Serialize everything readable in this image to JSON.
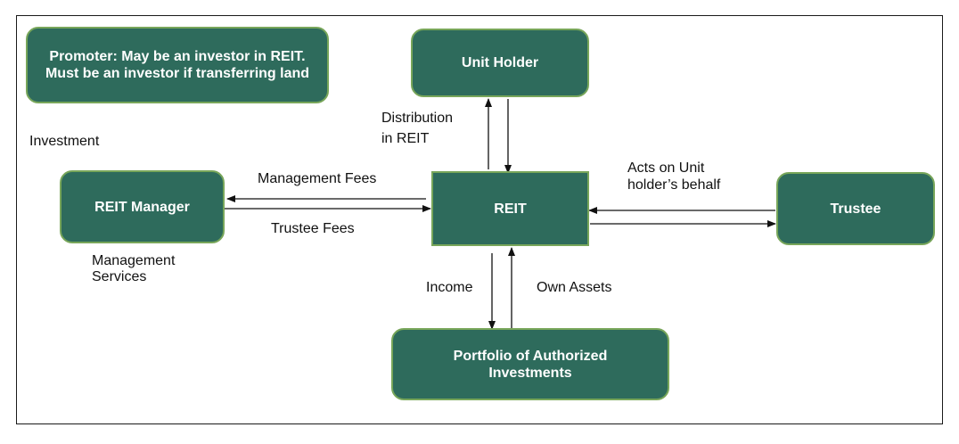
{
  "nodes": {
    "promoter": "Promoter: May be an investor in REIT. Must be an investor if transferring land",
    "unit_holder": "Unit Holder",
    "reit_manager": "REIT Manager",
    "reit": "REIT",
    "trustee": "Trustee",
    "portfolio": "Portfolio of Authorized Investments"
  },
  "labels": {
    "investment": "Investment",
    "distribution_line1": "Distribution",
    "distribution_line2": "in REIT",
    "management_fees": "Management Fees",
    "trustee_fees": "Trustee Fees",
    "management_services_line1": "Management",
    "management_services_line2": "Services",
    "acts_line1": "Acts on Unit",
    "acts_line2": "holder’s behalf",
    "income": "Income",
    "own_assets": "Own Assets"
  },
  "colors": {
    "node_fill": "#2e6b5c",
    "node_border": "#78a65a",
    "text": "#111111"
  }
}
